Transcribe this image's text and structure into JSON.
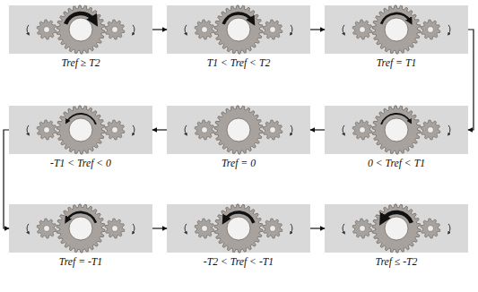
{
  "diagram": {
    "nodes": [
      {
        "text": [
          "Tref ≥ T2"
        ]
      },
      {
        "text": [
          "T1 < Tref < T2"
        ]
      },
      {
        "text": [
          "Tref = T1"
        ]
      },
      {
        "text": [
          "-T1 < Tref < 0"
        ]
      },
      {
        "text": [
          "Tref = 0"
        ]
      },
      {
        "text": [
          "0 < Tref < T1"
        ]
      },
      {
        "text": [
          "Tref = -T1"
        ]
      },
      {
        "text": [
          "-T2 < Tref < -T1"
        ]
      },
      {
        "text": [
          "Tref ≤ -T2"
        ]
      }
    ],
    "edges": [
      {
        "from": 0,
        "to": 1,
        "arrow": "to"
      },
      {
        "from": 1,
        "to": 2,
        "arrow": "to"
      },
      {
        "from": 2,
        "to": 5,
        "arrow": "to"
      },
      {
        "from": 5,
        "to": 4,
        "arrow": "to"
      },
      {
        "from": 4,
        "to": 3,
        "arrow": "to"
      },
      {
        "from": 3,
        "to": 6,
        "arrow": "to"
      },
      {
        "from": 6,
        "to": 7,
        "arrow": "to"
      },
      {
        "from": 7,
        "to": 8,
        "arrow": "to"
      }
    ]
  }
}
